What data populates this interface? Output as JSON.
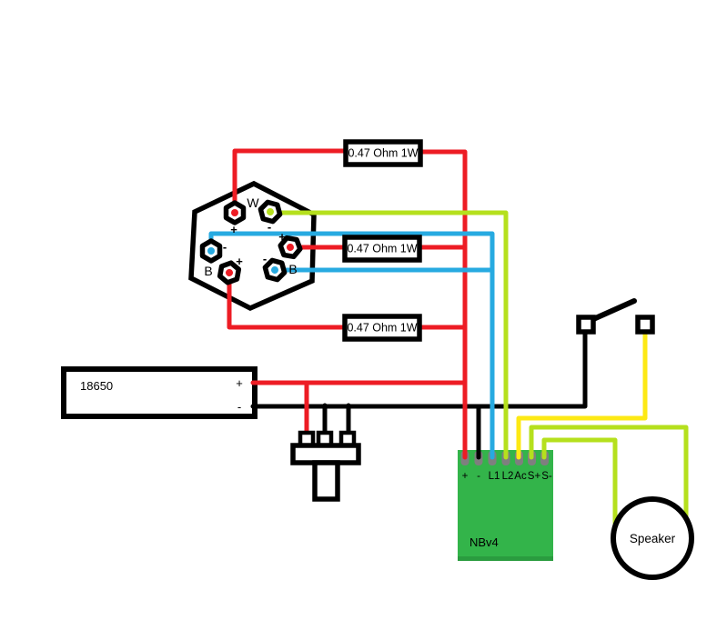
{
  "colors": {
    "red": "#ed1c24",
    "blue": "#27aae1",
    "lime": "#b5e01d",
    "yellow": "#fde914",
    "black": "#000000",
    "board_green": "#33b44a",
    "board_green_dark": "#2a9c3f",
    "pad_gray": "#7f7f7f"
  },
  "socket": {
    "w_label": "W",
    "b_left": "B",
    "b_right": "B",
    "pin1_sign": "+",
    "pin2_sign": "-",
    "pin3_sign": "-",
    "pin4_sign": "+",
    "pin5_sign": "+",
    "pin6_sign": "-"
  },
  "resistors": {
    "r1": "0.47 Ohm 1W",
    "r2": "0.47 Ohm 1W",
    "r3": "0.47 Ohm 1W"
  },
  "battery": {
    "label": "18650",
    "plus": "+",
    "minus": "-"
  },
  "board": {
    "name": "NBv4",
    "terminals": [
      "+",
      "-",
      "L1",
      "L2",
      "Ac",
      "S+",
      "S-"
    ]
  },
  "speaker": {
    "label": "Speaker"
  }
}
